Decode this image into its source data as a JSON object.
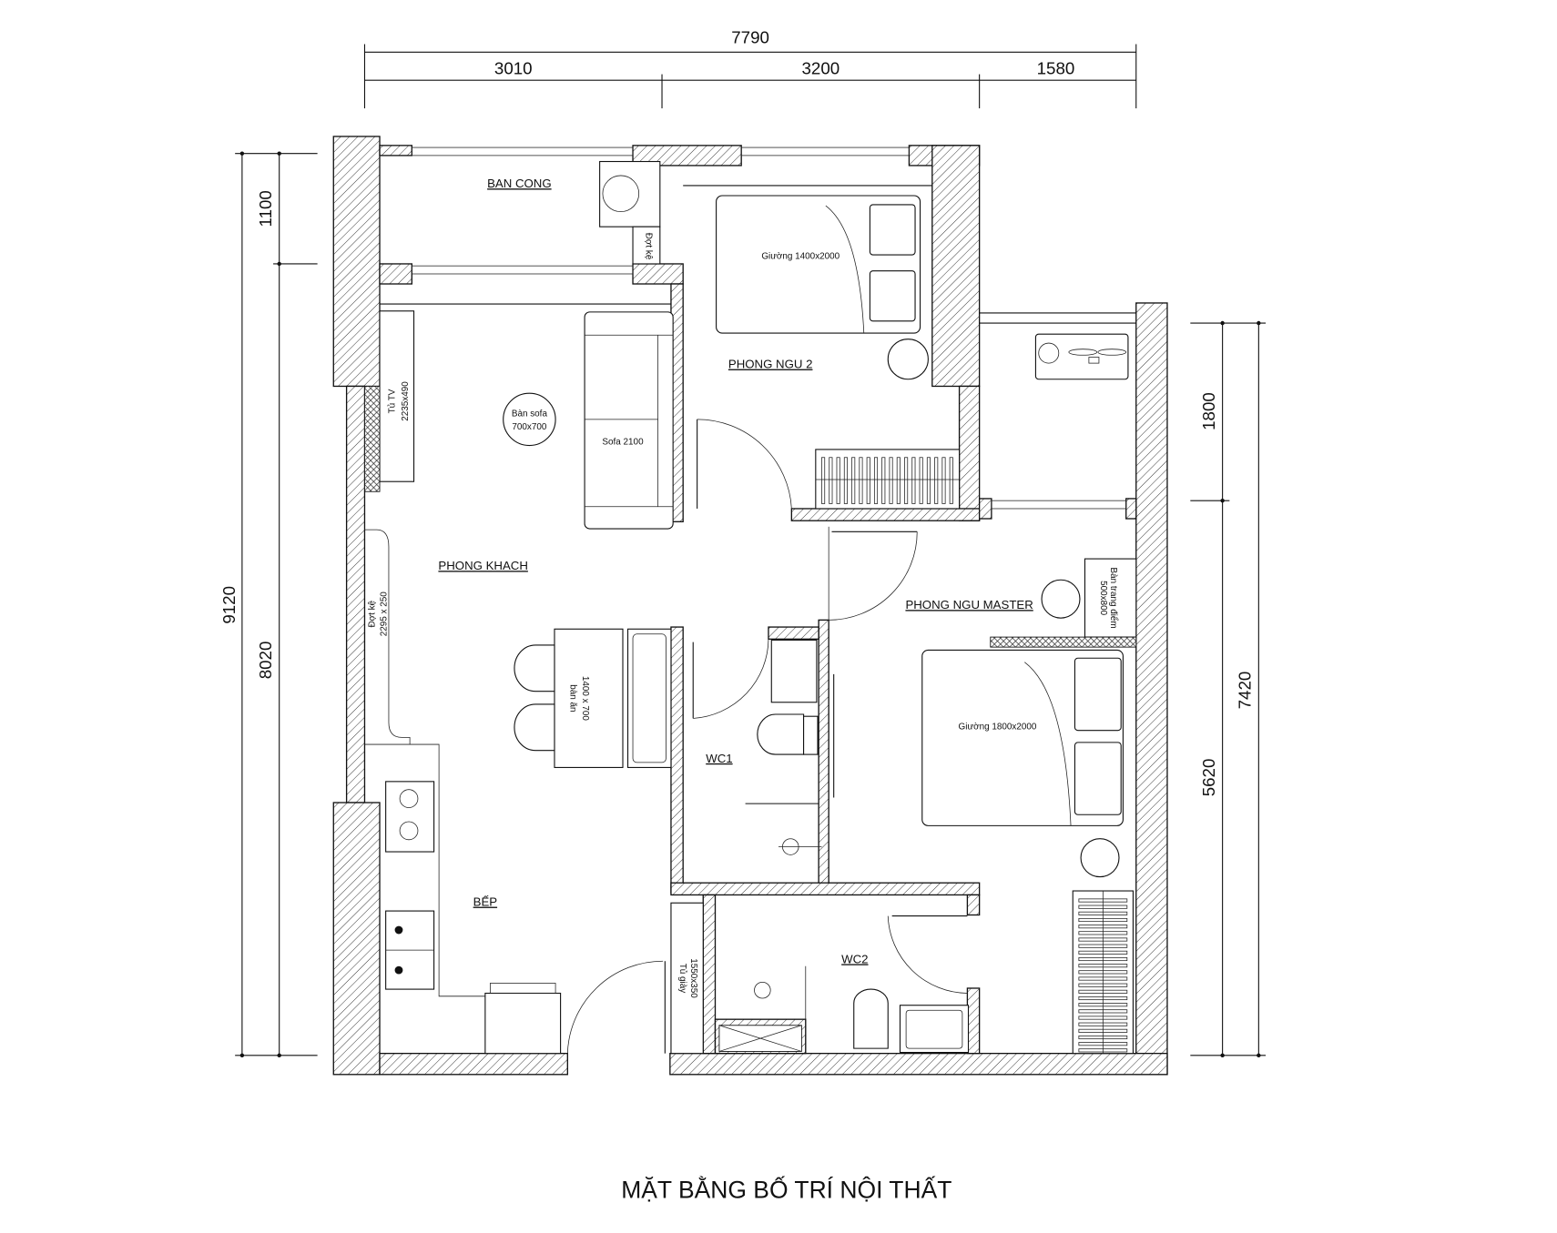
{
  "title": "MẶT BẰNG BỐ TRÍ NỘI THẤT",
  "dimensions": {
    "top_total": "7790",
    "top_segments": [
      "3010",
      "3200",
      "1580"
    ],
    "left_total": "9120",
    "left_segments": [
      "1100",
      "8020"
    ],
    "right_total": "7420",
    "right_segments": [
      "1800",
      "5620"
    ]
  },
  "rooms": {
    "balcony": "BAN CONG",
    "bedroom2": "PHONG NGU 2",
    "living": "PHONG KHACH",
    "master": "PHONG NGU MASTER",
    "kitchen": "BẾP",
    "wc1": "WC1",
    "wc2": "WC2"
  },
  "furniture": {
    "shelf_balcony": "Đợt kệ",
    "bed2": "Giường 1400x2000",
    "tv_cabinet": "Tủ TV",
    "tv_cabinet_size": "2235x490",
    "sofa_table": "Bàn sofa",
    "sofa_table_size": "700x700",
    "sofa": "Sofa 2100",
    "shelf_living": "Đợt kệ",
    "shelf_living_size": "2295 x 250",
    "dining_table": "bàn ăn",
    "dining_table_size": "1400 x 700",
    "master_bed": "Giường 1800x2000",
    "vanity": "Bàn trang điểm",
    "vanity_size": "500x800",
    "shoe_cabinet": "Tủ giày",
    "shoe_cabinet_size": "1550x350"
  }
}
